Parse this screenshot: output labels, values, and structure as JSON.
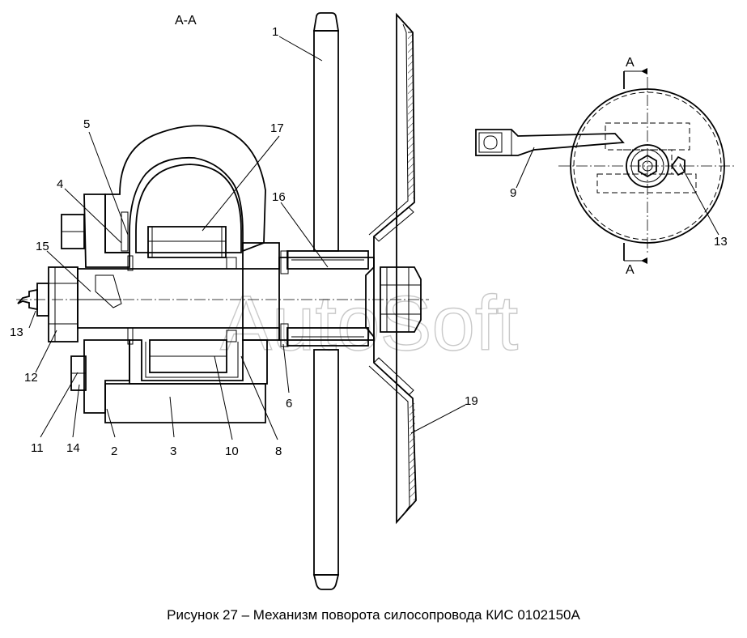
{
  "section_title": "А-А",
  "caption": "Рисунок 27 – Механизм поворота силосопровода КИС 0102150А",
  "watermark": "AutoSoft",
  "callouts": {
    "c1": "1",
    "c2": "2",
    "c3": "3",
    "c4": "4",
    "c5": "5",
    "c6": "6",
    "c8": "8",
    "c9": "9",
    "c10": "10",
    "c11": "11",
    "c12": "12",
    "c13a": "13",
    "c13b": "13",
    "c14": "14",
    "c15": "15",
    "c16": "16",
    "c17": "17",
    "c19": "19"
  },
  "section_marks": {
    "top": "А",
    "bottom": "А"
  },
  "colors": {
    "line": "#000000",
    "background": "#ffffff",
    "watermark": "#b8b8b8"
  }
}
